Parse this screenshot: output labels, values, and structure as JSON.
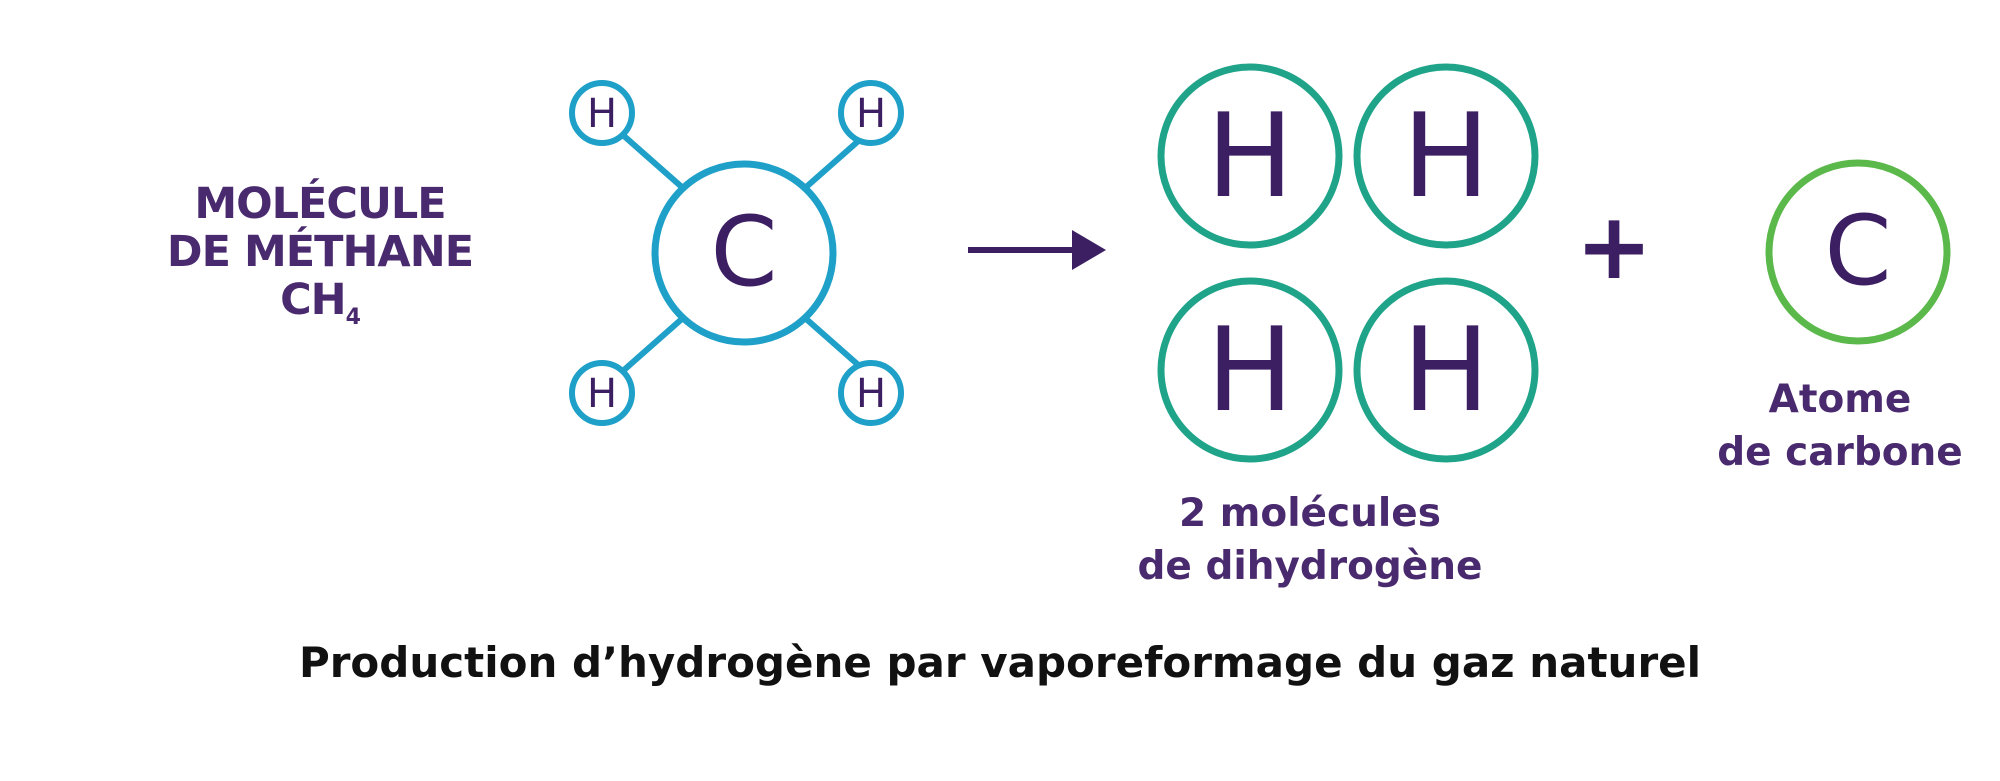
{
  "methane": {
    "title_line1": "MOLÉCULE",
    "title_line2": "DE MÉTHANE",
    "formula_main": "CH",
    "formula_sub": "4",
    "central_atom": "C",
    "outer_atoms": [
      "H",
      "H",
      "H",
      "H"
    ],
    "color": "#1ea0c8"
  },
  "arrow": {
    "color": "#3c1f63"
  },
  "dihydrogen": {
    "atoms": [
      "H",
      "H",
      "H",
      "H"
    ],
    "label_line1": "2 molécules",
    "label_line2": "de dihydrogène",
    "color": "#1fa48a"
  },
  "plus": {
    "symbol": "+"
  },
  "carbon": {
    "atom": "C",
    "label_line1": "Atome",
    "label_line2": "de carbone",
    "color": "#5bb84a"
  },
  "caption": "Production d’hydrogène par vaporeformage du gaz naturel",
  "text_color": "#3c1f63"
}
